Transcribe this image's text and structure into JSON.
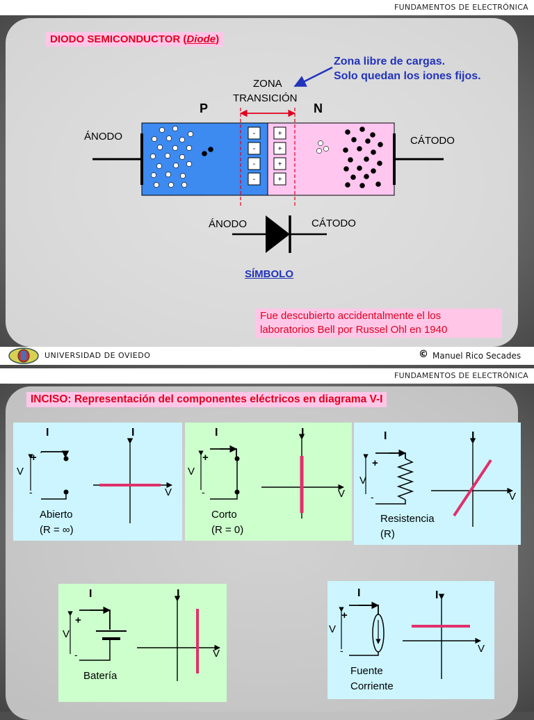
{
  "slide1": {
    "header": "FUNDAMENTOS DE ELECTRÓNICA",
    "title_main": "DIODO SEMICONDUCTOR (",
    "title_italic": "Diode",
    "title_end": ")",
    "zone_note_line1": "Zona libre de cargas.",
    "zone_note_line2": "Solo quedan los iones fijos.",
    "zona_line1": "ZONA",
    "zona_line2": "TRANSICIÓN",
    "p_label": "P",
    "n_label": "N",
    "anodo": "ÁNODO",
    "catodo": "CÁTODO",
    "symbol_anodo": "ÁNODO",
    "symbol_catodo": "CÁTODO",
    "simbolo": "SÍMBOLO",
    "note_line1": "Fue descubierto accidentalmente el los",
    "note_line2": "laboratorios Bell por Russel Ohl en 1940",
    "university": "UNIVERSIDAD DE OVIEDO",
    "copyright_symbol": "©",
    "author": "Manuel Rico Secades"
  },
  "slide2": {
    "header": "FUNDAMENTOS DE ELECTRÓNICA",
    "title": "INCISO: Representación del componentes eléctricos en diagrama V-I",
    "axis_i": "I",
    "axis_v": "V",
    "plus": "+",
    "minus": "-",
    "cards": [
      {
        "name": "Abierto",
        "value": "(R = ∞)",
        "color": "#ccf5ff"
      },
      {
        "name": "Corto",
        "value": "(R = 0)",
        "color": "#ccffcc"
      },
      {
        "name": "Resistencia",
        "value": "(R)",
        "color": "#ccf5ff"
      },
      {
        "name": "Batería",
        "value": "",
        "color": "#ccffcc"
      },
      {
        "name": "Fuente",
        "value": "Corriente",
        "color": "#ccf5ff"
      }
    ]
  },
  "colors": {
    "p_region": "#3d8af0",
    "n_region": "#ffc6f0",
    "title_red": "#e00020",
    "title_bg": "#ffc6e7",
    "annot_blue": "#2233bb",
    "characteristic": "#e0306a"
  }
}
